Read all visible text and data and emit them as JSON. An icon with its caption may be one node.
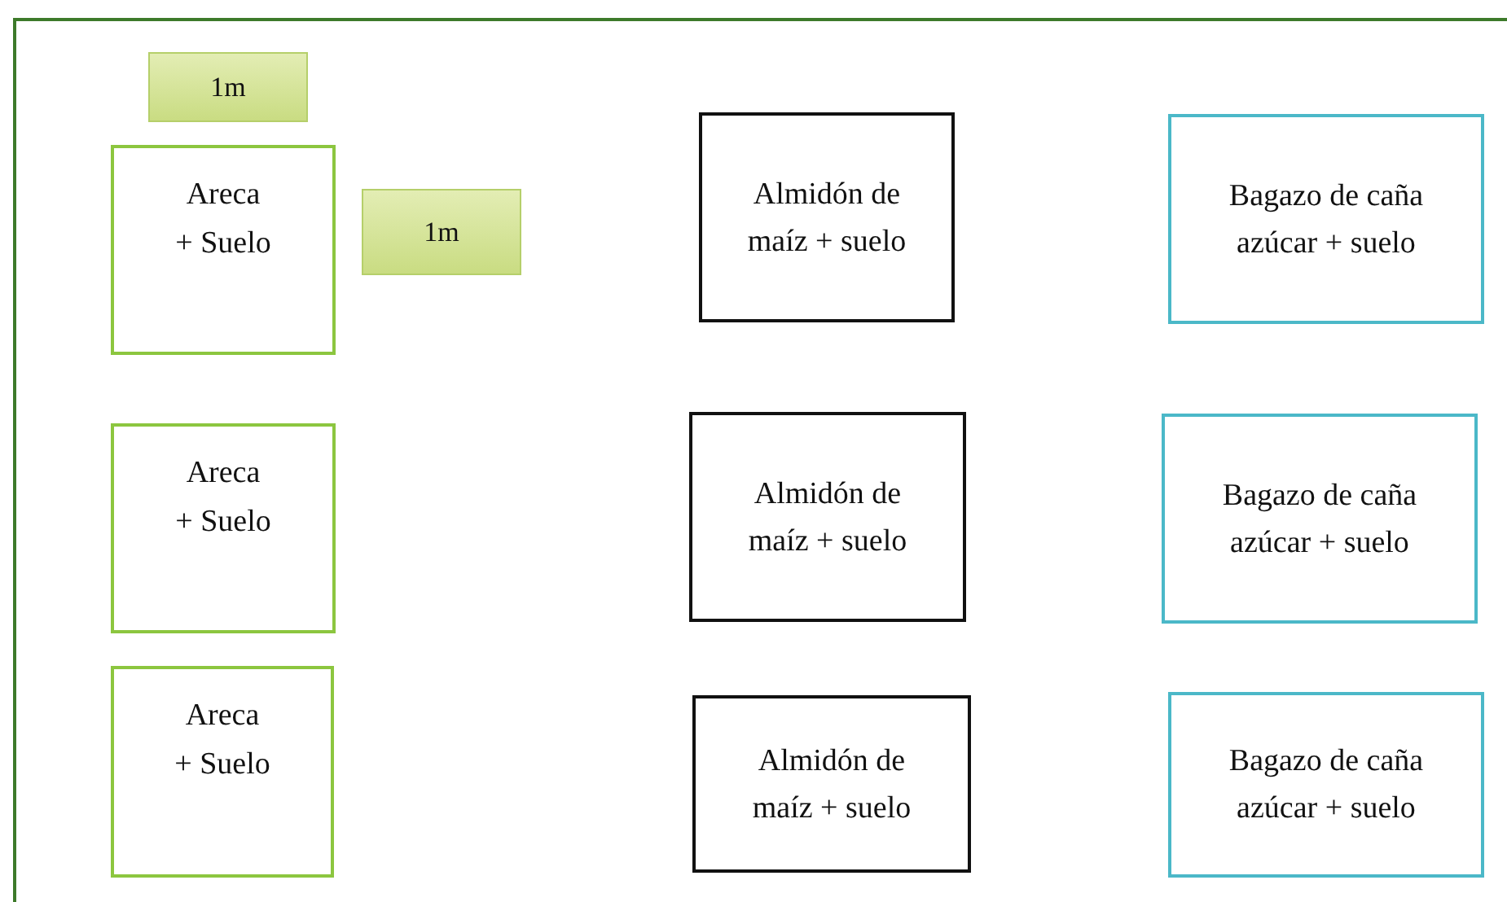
{
  "diagram": {
    "nodes": [
      {
        "text": [
          "1m"
        ]
      },
      {
        "text": [
          "1m"
        ]
      },
      {
        "text": [
          "Areca + Suelo"
        ]
      },
      {
        "text": [
          "Almidón de maíz + suelo"
        ]
      },
      {
        "text": [
          "Bagazo de caña azúcar + suelo"
        ]
      },
      {
        "text": [
          "Areca + Suelo"
        ]
      },
      {
        "text": [
          "Almidón de maíz + suelo"
        ]
      },
      {
        "text": [
          "Bagazo de caña azúcar + suelo"
        ]
      },
      {
        "text": [
          "Areca + Suelo"
        ]
      },
      {
        "text": [
          "Almidón de maíz + suelo"
        ]
      },
      {
        "text": [
          "Bagazo de caña azúcar + suelo"
        ]
      }
    ]
  }
}
